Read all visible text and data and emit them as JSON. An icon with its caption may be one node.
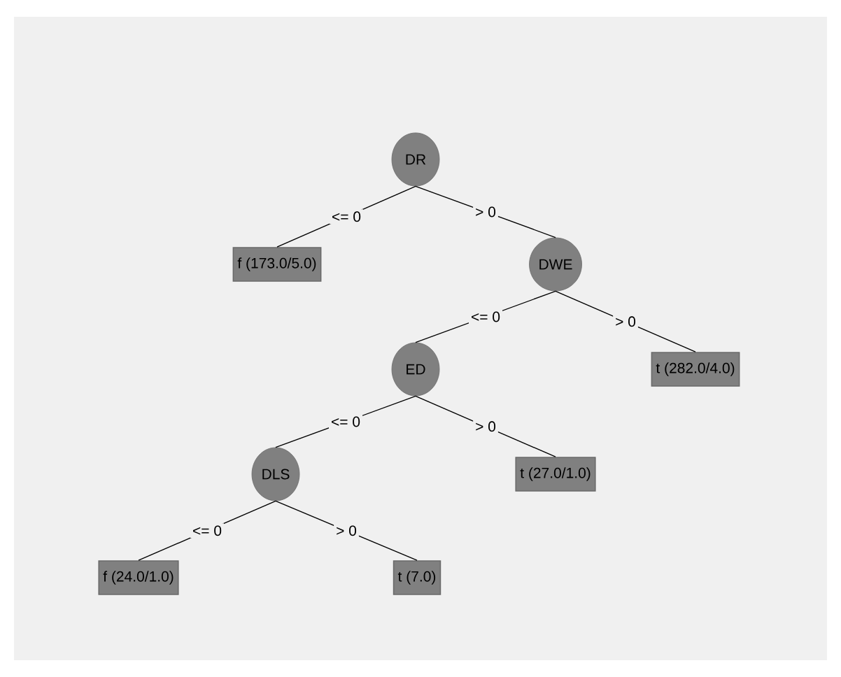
{
  "diagram": {
    "nodes": [
      {
        "text": [
          "DR"
        ]
      },
      {
        "text": [
          "f (173.0/5.0)"
        ]
      },
      {
        "text": [
          "DWE"
        ]
      },
      {
        "text": [
          "t (282.0/4.0)"
        ]
      },
      {
        "text": [
          "ED"
        ]
      },
      {
        "text": [
          "t (27.0/1.0)"
        ]
      },
      {
        "text": [
          "DLS"
        ]
      },
      {
        "text": [
          "f (24.0/1.0)"
        ]
      },
      {
        "text": [
          "t (7.0)"
        ]
      }
    ],
    "edges": [
      {
        "from": 0,
        "to": 1,
        "arrow": "none",
        "label": "<= 0"
      },
      {
        "from": 0,
        "to": 2,
        "arrow": "none",
        "label": "> 0"
      },
      {
        "from": 2,
        "to": 4,
        "arrow": "none",
        "label": "<= 0"
      },
      {
        "from": 2,
        "to": 3,
        "arrow": "none",
        "label": "> 0"
      },
      {
        "from": 4,
        "to": 6,
        "arrow": "none",
        "label": "<= 0"
      },
      {
        "from": 4,
        "to": 5,
        "arrow": "none",
        "label": "> 0"
      },
      {
        "from": 6,
        "to": 7,
        "arrow": "none",
        "label": "<= 0"
      },
      {
        "from": 6,
        "to": 8,
        "arrow": "none",
        "label": "> 0"
      }
    ]
  }
}
